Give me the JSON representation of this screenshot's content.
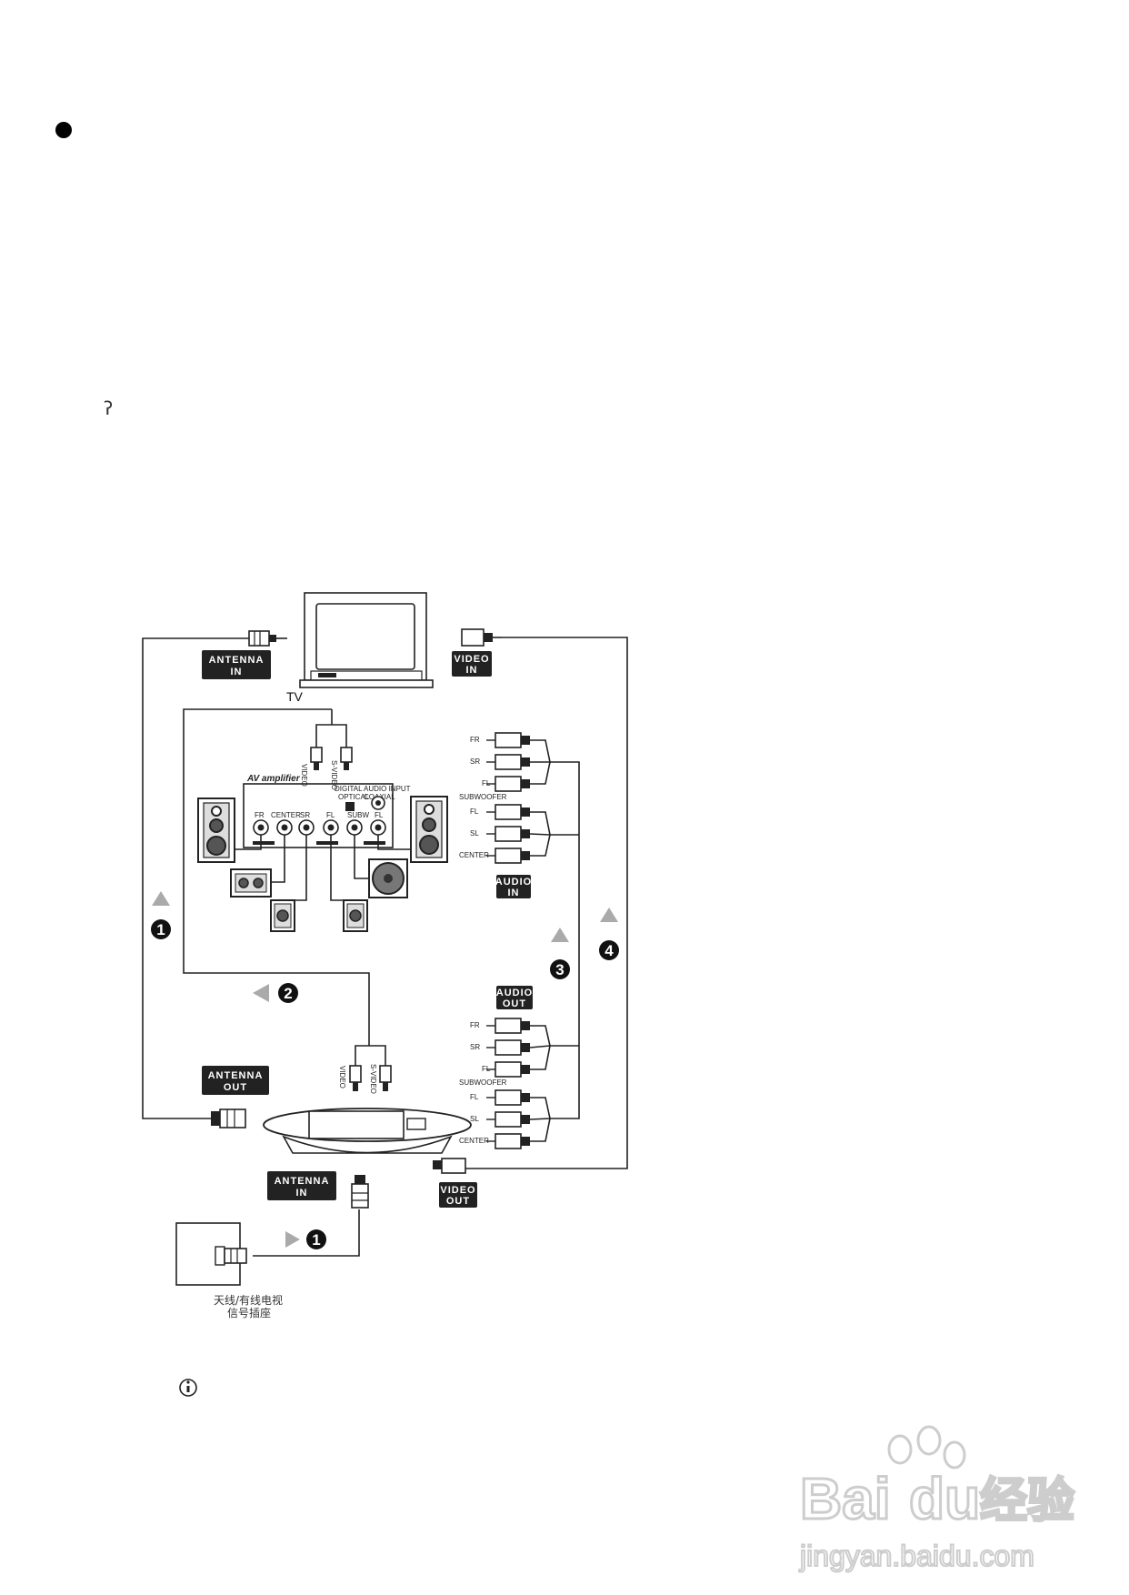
{
  "labels": {
    "antenna_in_tv": [
      "ANTENNA",
      "IN"
    ],
    "video_in_tv": [
      "VIDEO",
      "IN"
    ],
    "tv": "TV",
    "av_amplifier": "AV amplifier",
    "audio_in": [
      "AUDIO",
      "IN"
    ],
    "audio_out": [
      "AUDIO",
      "OUT"
    ],
    "antenna_out": [
      "ANTENNA",
      "OUT"
    ],
    "antenna_in_player": [
      "ANTENNA",
      "IN"
    ],
    "video_out": [
      "VIDEO",
      "OUT"
    ],
    "amp_video": "VIDEO",
    "amp_sv": "S-VIDEO",
    "player_video": "VIDEO",
    "player_sv": "S-VIDEO",
    "audio_in_ch": [
      "FR",
      "SR",
      "FL",
      "SUBWOOFER",
      "FL",
      "SL",
      "CENTER"
    ],
    "audio_out_ch": [
      "FR",
      "SR",
      "FL",
      "SUBWOOFER",
      "FL",
      "SL",
      "CENTER"
    ],
    "amp_jacks": [
      "FR",
      "CENTER",
      "SR",
      "FL",
      "SUBW",
      "FL"
    ],
    "amp_top_right": [
      "DIGITAL AUDIO INPUT",
      "OPTICAL",
      "COAXIAL"
    ],
    "wall_socket": [
      "天线/有线电视",
      "信号插座"
    ]
  },
  "steps": [
    "1",
    "2",
    "3",
    "4",
    "1"
  ],
  "watermark": {
    "brand_latin": "Bai",
    "brand_du": "du",
    "brand_cn": "经验",
    "url": "jingyan.baidu.com"
  },
  "colors": {
    "ink": "#111111",
    "arrow": "#aaaaaa",
    "watermark": "#c8c8c8"
  }
}
